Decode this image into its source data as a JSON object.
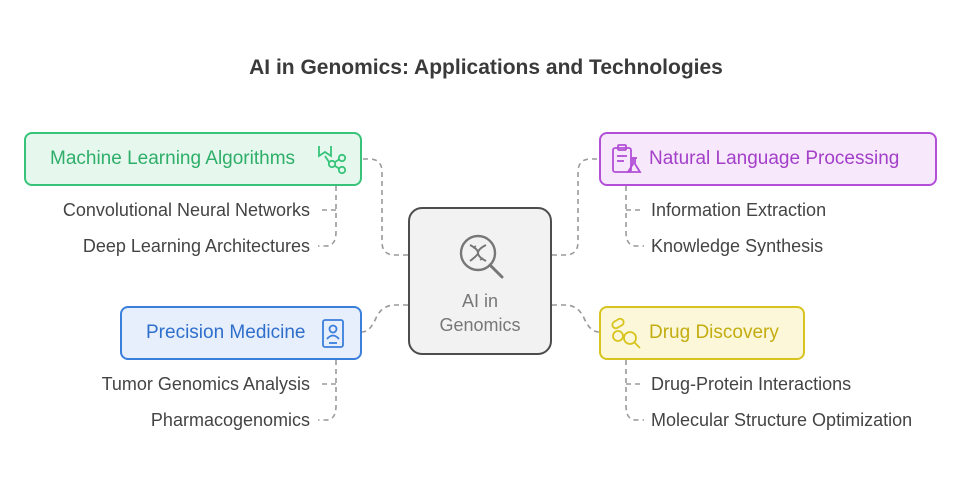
{
  "title": "AI in Genomics: Applications and Technologies",
  "center": {
    "line1": "AI in",
    "line2": "Genomics",
    "icon": "dna-magnifier-icon"
  },
  "branches": [
    {
      "label": "Machine Learning Algorithms",
      "color": "#37c47a",
      "fill": "#e6f8ee",
      "icon": "molecule-network-icon",
      "items": [
        "Convolutional Neural Networks",
        "Deep Learning Architectures"
      ]
    },
    {
      "label": "Natural Language Processing",
      "color": "#b24fd6",
      "fill": "#f7e8fb",
      "icon": "clipboard-flask-icon",
      "items": [
        "Information Extraction",
        "Knowledge Synthesis"
      ]
    },
    {
      "label": "Precision Medicine",
      "color": "#3b7fdc",
      "fill": "#e6effb",
      "icon": "id-badge-icon",
      "items": [
        "Tumor Genomics Analysis",
        "Pharmacogenomics"
      ]
    },
    {
      "label": "Drug Discovery",
      "color": "#d8c41e",
      "fill": "#fcf7d9",
      "icon": "pills-search-icon",
      "items": [
        "Drug-Protein Interactions",
        "Molecular Structure Optimization"
      ]
    }
  ]
}
